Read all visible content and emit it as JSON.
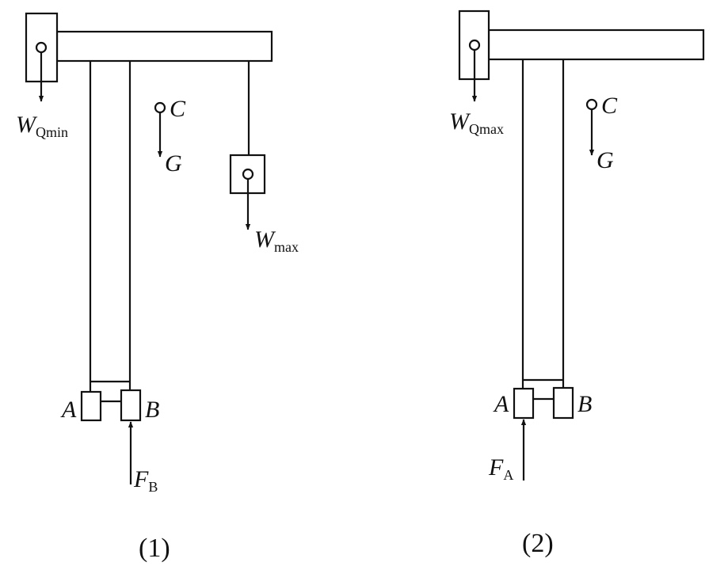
{
  "figures": [
    {
      "caption": "(1)",
      "counterweight_label": {
        "main": "W",
        "sub": "Qmin"
      },
      "cg_point": "C",
      "gravity": "G",
      "load_label": {
        "main": "W",
        "sub": "max"
      },
      "wheel_a": "A",
      "wheel_b": "B",
      "reaction": {
        "main": "F",
        "sub": "B"
      }
    },
    {
      "caption": "(2)",
      "counterweight_label": {
        "main": "W",
        "sub": "Qmax"
      },
      "cg_point": "C",
      "gravity": "G",
      "wheel_a": "A",
      "wheel_b": "B",
      "reaction": {
        "main": "F",
        "sub": "A"
      }
    }
  ],
  "colors": {
    "ink": "#111111",
    "background": "#ffffff"
  }
}
